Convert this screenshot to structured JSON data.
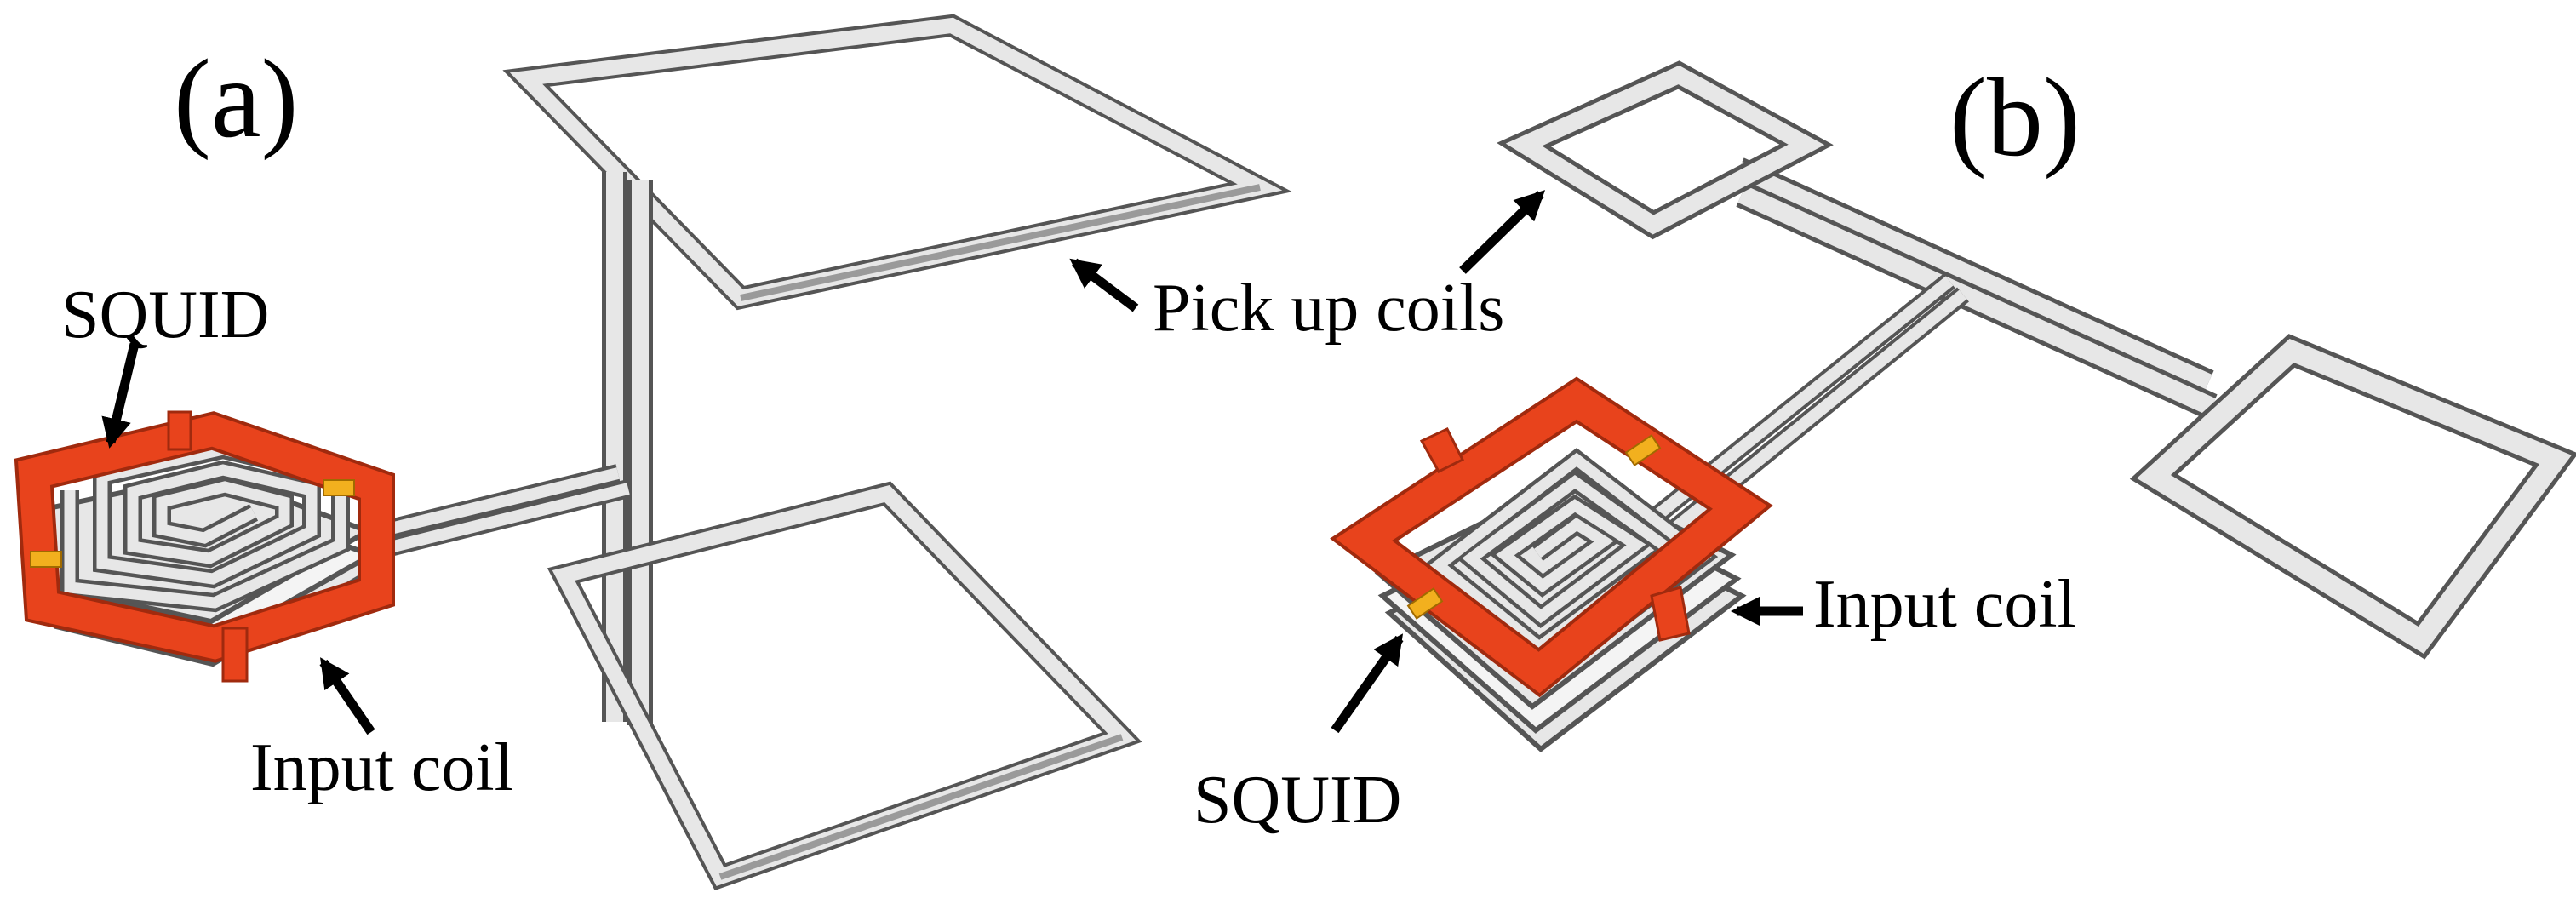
{
  "panels": [
    {
      "label": "(a)",
      "annotations": {
        "squid": "SQUID",
        "pickup": "Pick up coils",
        "input": "Input coil"
      }
    },
    {
      "label": "(b)",
      "annotations": {
        "squid": "SQUID",
        "input": "Input coil"
      }
    }
  ],
  "colors": {
    "squid": "#e8431c",
    "junction": "#f2b01e",
    "coil": "#e7e7e7",
    "coil_outline": "#555555",
    "arrow": "#000000"
  }
}
